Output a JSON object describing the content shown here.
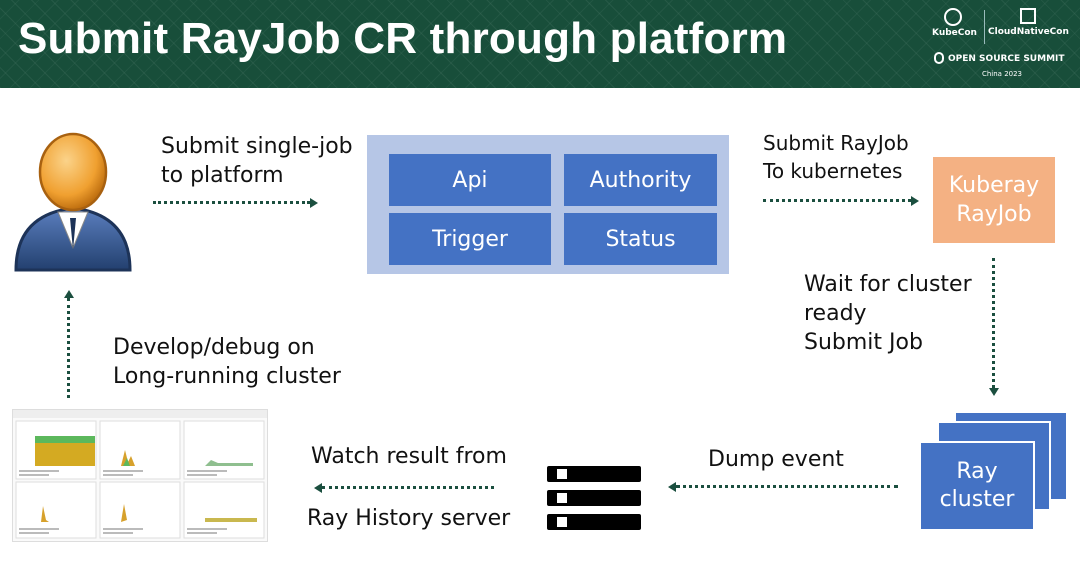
{
  "header": {
    "title": "Submit RayJob CR through platform",
    "brand": {
      "kubecon": "KubeCon",
      "cloudnativecon": "CloudNativeCon",
      "open_source_summit": "OPEN SOURCE SUMMIT",
      "edition": "China 2023"
    }
  },
  "labels": {
    "submit_single_job": [
      "Submit single-job",
      "to platform"
    ],
    "submit_rayjob": [
      "Submit RayJob",
      "To kubernetes"
    ],
    "wait_for_cluster": [
      "Wait for cluster",
      "ready",
      "Submit Job"
    ],
    "develop_debug": [
      "Develop/debug on",
      "Long-running cluster"
    ],
    "watch_result": "Watch result from",
    "history_server": "Ray History server",
    "dump_event": "Dump event"
  },
  "platform": {
    "api": "Api",
    "authority": "Authority",
    "trigger": "Trigger",
    "status": "Status"
  },
  "kuberay": [
    "Kuberay",
    "RayJob"
  ],
  "ray_cluster": [
    "Ray",
    "cluster"
  ],
  "colors": {
    "header_bg": "#184e3a",
    "platform_bg": "#b6c6e6",
    "platform_box": "#4472c4",
    "kuberay": "#f4b183",
    "ray_cluster": "#4472c4",
    "arrow": "#1b4f3f"
  },
  "icons": {
    "user": "user-avatar-icon",
    "server": "server-rack-icon",
    "dashboard": "dashboard-thumbnail"
  }
}
